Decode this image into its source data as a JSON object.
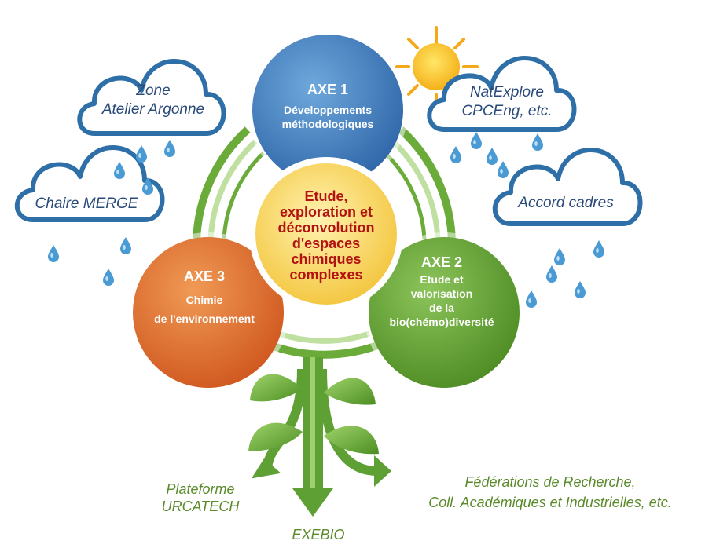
{
  "center": {
    "lines": [
      "Etude,",
      "exploration et",
      "déconvolution",
      "d'espaces",
      "chimiques",
      "complexes"
    ]
  },
  "axes": {
    "axe1": {
      "title": "AXE 1",
      "lines": [
        "Développements",
        "méthodologiques"
      ]
    },
    "axe2": {
      "title": "AXE 2",
      "lines": [
        "Etude et",
        "valorisation",
        "de la",
        "bio(chémo)diversité"
      ]
    },
    "axe3": {
      "title": "AXE 3",
      "lines": [
        "Chimie",
        "de l'environnement"
      ]
    }
  },
  "clouds": {
    "zone": {
      "lines": [
        "Zone",
        "Atelier Argonne"
      ]
    },
    "chaire": {
      "lines": [
        "Chaire MERGE"
      ]
    },
    "natexplore": {
      "lines": [
        "NatExplore",
        "CPCEng, etc."
      ]
    },
    "accord": {
      "lines": [
        "Accord cadres"
      ]
    }
  },
  "outputs": {
    "plateforme": {
      "lines": [
        "Plateforme",
        "URCATECH"
      ]
    },
    "federations": {
      "lines": [
        "Fédérations de Recherche,",
        "Coll. Académiques et Industrielles, etc."
      ]
    },
    "exebio": {
      "lines": [
        "EXEBIO"
      ]
    }
  },
  "colors": {
    "axe1": "#3b78b8",
    "axe2": "#5a9a2c",
    "axe3": "#d9652a",
    "center": "#f5cf4a",
    "center_text": "#b31212",
    "cloud_outline": "#2f6fa8",
    "rain": "#4a9ad4",
    "sun": "#f5c21a",
    "plant": "#6aab3a"
  },
  "icons": {
    "sun": "sun-icon",
    "cloud": "cloud-icon",
    "raindrop": "raindrop-icon",
    "plant": "plant-icon",
    "arrow": "arrow-icon"
  }
}
